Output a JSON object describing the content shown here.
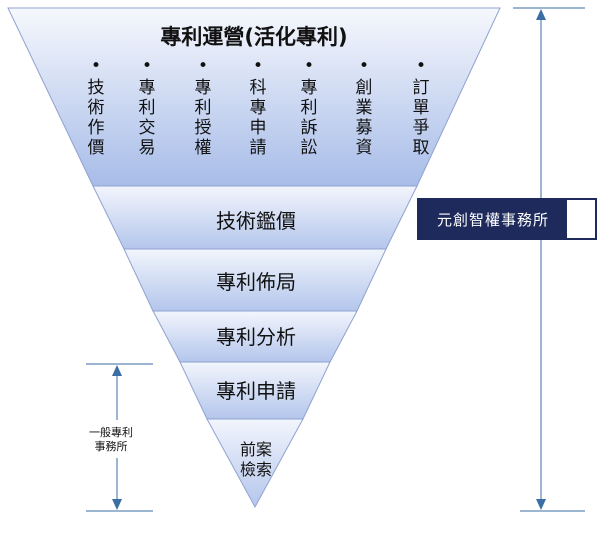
{
  "top": {
    "title": "專利運營(活化專利)",
    "columns": [
      {
        "lines": [
          "技",
          "術",
          "作",
          "價"
        ]
      },
      {
        "lines": [
          "專",
          "利",
          "交",
          "易"
        ]
      },
      {
        "lines": [
          "專",
          "利",
          "授",
          "權"
        ]
      },
      {
        "lines": [
          "科",
          "專",
          "申",
          "請"
        ]
      },
      {
        "lines": [
          "專",
          "利",
          "訴",
          "訟"
        ]
      },
      {
        "lines": [
          "創",
          "業",
          "募",
          "資"
        ]
      },
      {
        "lines": [
          "訂",
          "單",
          "爭",
          "取"
        ]
      }
    ],
    "bullet": "•"
  },
  "layers": [
    {
      "label": "技術鑑價"
    },
    {
      "label": "專利佈局"
    },
    {
      "label": "專利分析"
    },
    {
      "label": "專利申請"
    },
    {
      "label_lines": [
        "前案",
        "檢索"
      ]
    }
  ],
  "badge": {
    "label": "元創智權事務所"
  },
  "side_note": {
    "lines": [
      "一般專利",
      "事務所"
    ]
  },
  "colors": {
    "fill_top": "#f4f7fd",
    "fill_bottom": "#a9bde8",
    "line": "#8ea0cc",
    "badge": "#1f2a5c"
  }
}
